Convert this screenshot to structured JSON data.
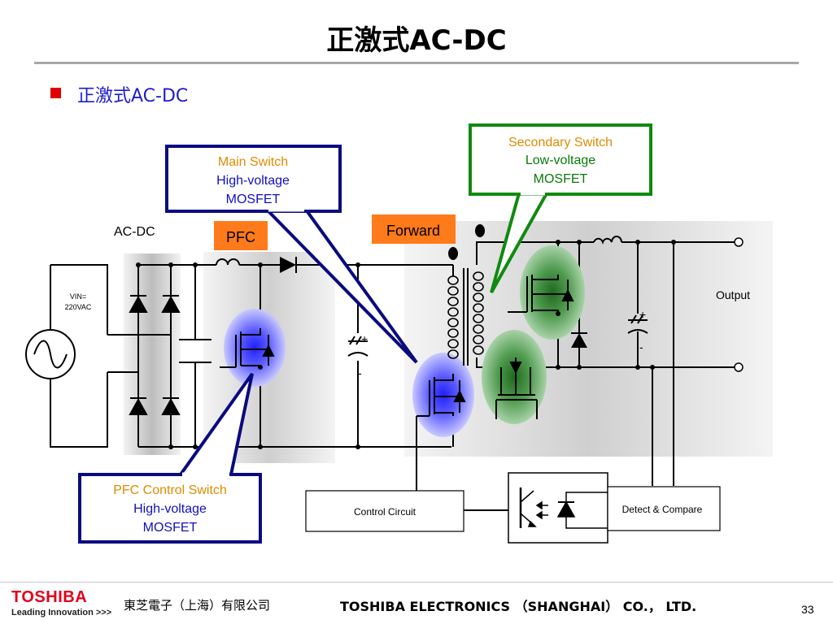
{
  "slide": {
    "title": "正激式AC-DC",
    "bullet": "正激式AC-DC"
  },
  "diagram": {
    "callouts": {
      "main": {
        "head": "Main Switch",
        "line1": "High-voltage",
        "line2": "MOSFET"
      },
      "secondary": {
        "head": "Secondary Switch",
        "line1": "Low-voltage",
        "line2": "MOSFET"
      },
      "pfc_control": {
        "head": "PFC Control Switch",
        "line1": "High-voltage",
        "line2": "MOSFET"
      }
    },
    "labels": {
      "acdc": "AC-DC",
      "pfc": "PFC",
      "forward": "Forward",
      "output": "Output",
      "vin_line1": "VIN=",
      "vin_line2": "220VAC",
      "control": "Control Circuit",
      "detect": "Detect & Compare",
      "plus": "+",
      "minus": "-"
    },
    "colors": {
      "callout_border_blue": "#0a0a80",
      "callout_border_green": "#0f8a0f",
      "callout_head": "#e08a00",
      "callout_body_blue": "#1010c0",
      "callout_body_green": "#0a7a0a",
      "tag_fill": "#ff7a1a"
    }
  },
  "footer": {
    "logo": "TOSHIBA",
    "tagline": "Leading Innovation >>>",
    "company_cn": "東芝電子（上海）有限公司",
    "company_en": "TOSHIBA ELECTRONICS （SHANGHAI） CO.， LTD.",
    "page": "33"
  }
}
